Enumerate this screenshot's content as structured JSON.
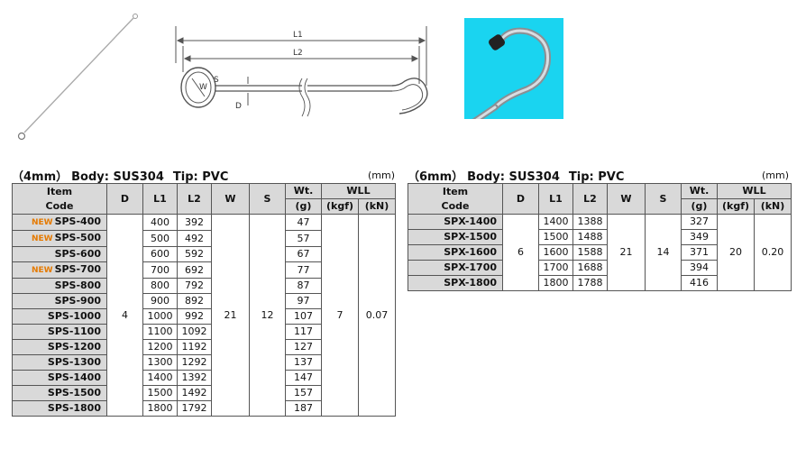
{
  "drawing_labels": {
    "l1": "L1",
    "l2": "L2",
    "w": "W",
    "s": "S",
    "d": "D"
  },
  "photo": {
    "background": "#1ad4f0"
  },
  "table_left": {
    "caption": [
      "（4mm）",
      "Body: SUS304",
      "Tip: PVC"
    ],
    "unit": "(mm)",
    "headers": {
      "item_code_1": "Item",
      "item_code_2": "Code",
      "d": "D",
      "l1": "L1",
      "l2": "L2",
      "w": "W",
      "s": "S",
      "wt_1": "Wt.",
      "wt_2": "(g)",
      "wll": "WLL",
      "kgf": "(kgf)",
      "kn": "(kN)"
    },
    "shared": {
      "d": "4",
      "w": "21",
      "s": "12",
      "kgf": "7",
      "kn": "0.07"
    },
    "badge": "NEW",
    "rows": [
      {
        "new": true,
        "code": "SPS-400",
        "l1": "400",
        "l2": "392",
        "wt": "47"
      },
      {
        "new": true,
        "code": "SPS-500",
        "l1": "500",
        "l2": "492",
        "wt": "57"
      },
      {
        "new": false,
        "code": "SPS-600",
        "l1": "600",
        "l2": "592",
        "wt": "67"
      },
      {
        "new": true,
        "code": "SPS-700",
        "l1": "700",
        "l2": "692",
        "wt": "77"
      },
      {
        "new": false,
        "code": "SPS-800",
        "l1": "800",
        "l2": "792",
        "wt": "87"
      },
      {
        "new": false,
        "code": "SPS-900",
        "l1": "900",
        "l2": "892",
        "wt": "97"
      },
      {
        "new": false,
        "code": "SPS-1000",
        "l1": "1000",
        "l2": "992",
        "wt": "107"
      },
      {
        "new": false,
        "code": "SPS-1100",
        "l1": "1100",
        "l2": "1092",
        "wt": "117"
      },
      {
        "new": false,
        "code": "SPS-1200",
        "l1": "1200",
        "l2": "1192",
        "wt": "127"
      },
      {
        "new": false,
        "code": "SPS-1300",
        "l1": "1300",
        "l2": "1292",
        "wt": "137"
      },
      {
        "new": false,
        "code": "SPS-1400",
        "l1": "1400",
        "l2": "1392",
        "wt": "147"
      },
      {
        "new": false,
        "code": "SPS-1500",
        "l1": "1500",
        "l2": "1492",
        "wt": "157"
      },
      {
        "new": false,
        "code": "SPS-1800",
        "l1": "1800",
        "l2": "1792",
        "wt": "187"
      }
    ]
  },
  "table_right": {
    "caption": [
      "（6mm）",
      "Body: SUS304",
      "Tip: PVC"
    ],
    "unit": "(mm)",
    "headers": {
      "item_code_1": "Item",
      "item_code_2": "Code",
      "d": "D",
      "l1": "L1",
      "l2": "L2",
      "w": "W",
      "s": "S",
      "wt_1": "Wt.",
      "wt_2": "(g)",
      "wll": "WLL",
      "kgf": "(kgf)",
      "kn": "(kN)"
    },
    "shared": {
      "d": "6",
      "w": "21",
      "s": "14",
      "kgf": "20",
      "kn": "0.20"
    },
    "rows": [
      {
        "code": "SPX-1400",
        "l1": "1400",
        "l2": "1388",
        "wt": "327"
      },
      {
        "code": "SPX-1500",
        "l1": "1500",
        "l2": "1488",
        "wt": "349"
      },
      {
        "code": "SPX-1600",
        "l1": "1600",
        "l2": "1588",
        "wt": "371"
      },
      {
        "code": "SPX-1700",
        "l1": "1700",
        "l2": "1688",
        "wt": "394"
      },
      {
        "code": "SPX-1800",
        "l1": "1800",
        "l2": "1788",
        "wt": "416"
      }
    ]
  }
}
